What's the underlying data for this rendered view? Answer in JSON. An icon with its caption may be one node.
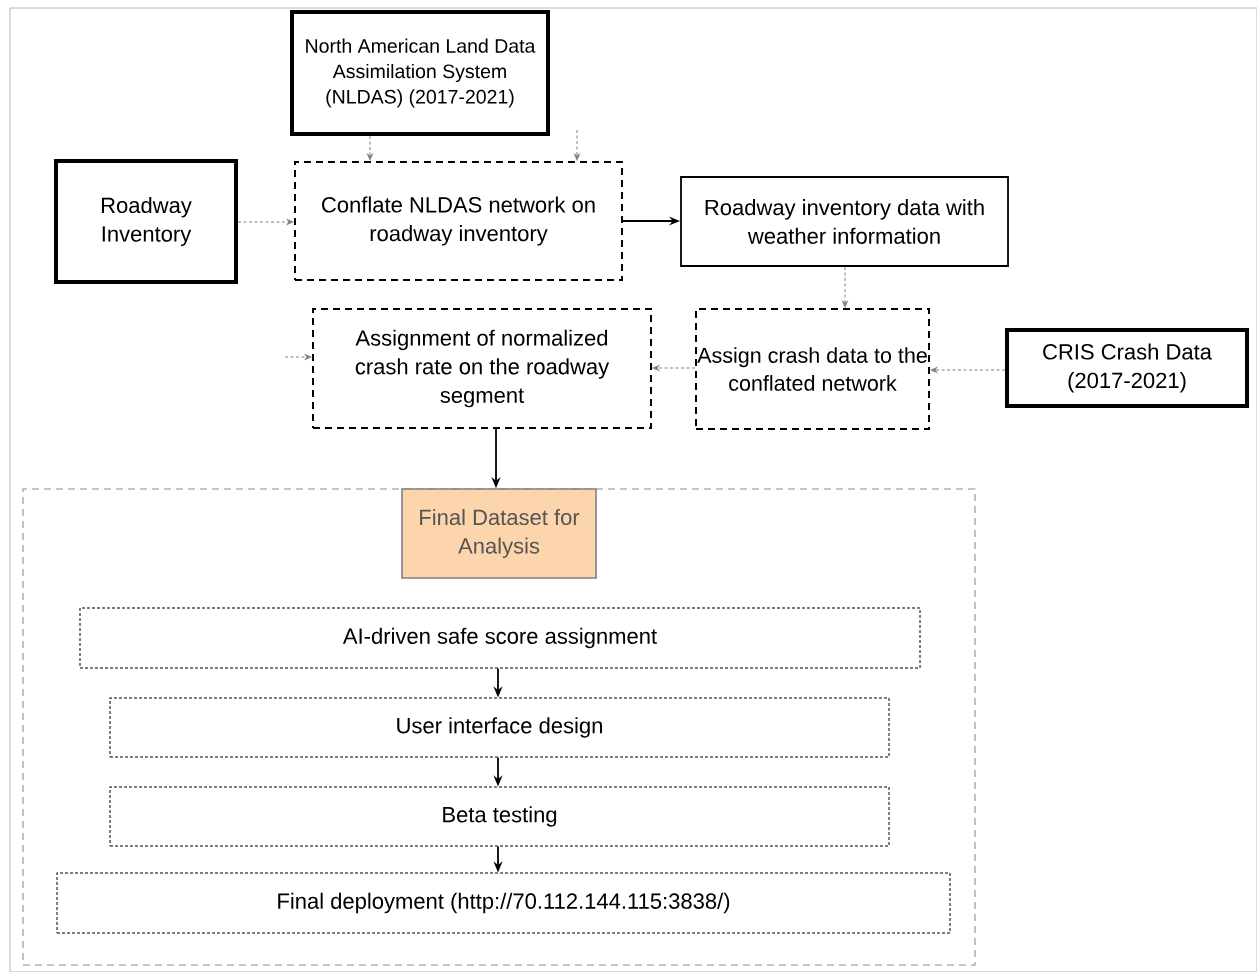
{
  "diagram": {
    "nodes": [
      {
        "text": [
          "North American Land Data Assimilation System (NLDAS) (2017-2021)"
        ]
      },
      {
        "text": [
          "Roadway Inventory"
        ]
      },
      {
        "text": [
          "Conflate NLDAS network on roadway inventory"
        ]
      },
      {
        "text": [
          "Roadway inventory data with weather information"
        ]
      },
      {
        "text": [
          "Assign crash data to the conflated network"
        ]
      },
      {
        "text": [
          "CRIS Crash Data (2017-2021)"
        ]
      },
      {
        "text": [
          "Assignment of normalized crash rate on the roadway segment"
        ]
      },
      {
        "text": [],
        "shape": "box"
      },
      {
        "text": [
          "Final Dataset for Analysis"
        ],
        "in": 7
      },
      {
        "text": [
          "AI-driven safe score assignment"
        ],
        "in": 7
      },
      {
        "text": [
          "User interface design"
        ],
        "in": 7
      },
      {
        "text": [
          "Beta testing"
        ],
        "in": 7
      },
      {
        "text": [
          "Final deployment (http://70.112.144.115:3838/)"
        ],
        "in": 7
      }
    ],
    "edges": [
      {
        "from": 0,
        "to": 2,
        "arrow": "to",
        "style": "dashed"
      },
      {
        "from": null,
        "to": 2,
        "arrow": "to",
        "style": "dashed"
      },
      {
        "from": 1,
        "to": 2,
        "arrow": "to",
        "style": "dashed"
      },
      {
        "from": 2,
        "to": 3,
        "arrow": "to",
        "color": "#000000"
      },
      {
        "from": 3,
        "to": 4,
        "arrow": "to",
        "style": "dashed"
      },
      {
        "from": 5,
        "to": 4,
        "arrow": "to",
        "style": "dashed"
      },
      {
        "from": 4,
        "to": 6,
        "arrow": "to",
        "style": "dashed"
      },
      {
        "from": null,
        "to": 6,
        "arrow": "to",
        "style": "dashed"
      },
      {
        "from": 6,
        "to": 8,
        "arrow": "to",
        "color": "#000000"
      },
      {
        "from": 9,
        "to": 10,
        "arrow": "to",
        "color": "#000000"
      },
      {
        "from": 10,
        "to": 11,
        "arrow": "to",
        "color": "#000000"
      },
      {
        "from": 11,
        "to": 12,
        "arrow": "to",
        "color": "#000000"
      }
    ]
  }
}
